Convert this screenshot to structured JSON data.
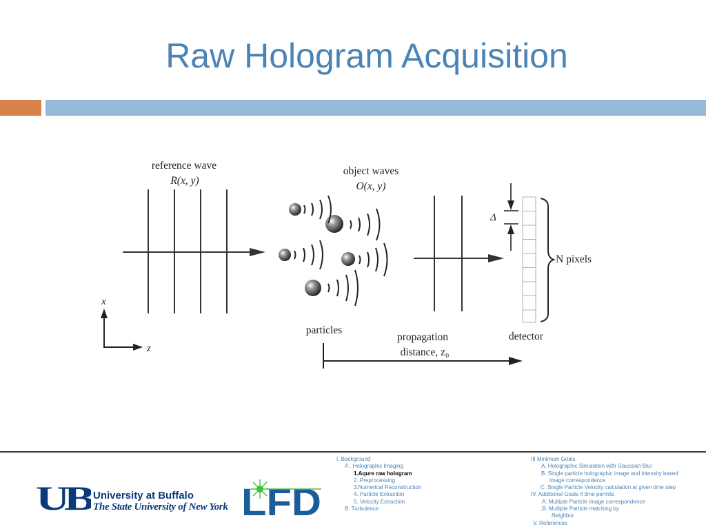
{
  "slide": {
    "title": "Raw Hologram Acquisition"
  },
  "diagram": {
    "reference_wave_label": "reference wave",
    "reference_wave_symbol": "R(x, y)",
    "object_waves_label": "object waves",
    "object_waves_symbol": "O(x, y)",
    "particles_label": "particles",
    "propagation_line1": "propagation",
    "propagation_line2": "distance, z₀",
    "detector_label": "detector",
    "pixels_label": "N pixels",
    "delta_symbol": "Δ",
    "axis_x": "x",
    "axis_z": "z"
  },
  "outline": {
    "left": [
      "I.  Background",
      "A . Holographic Imaging",
      "1.Aqure raw hologram",
      "2. Preprocessing",
      "3.Numerical Reconstruction",
      "4. Particle Extraction",
      "5. Velocity Extraction",
      "B.  Turbulence"
    ],
    "right": [
      "III Minimum Goals",
      "A.  Holographic Simulation with Gaussian Blur",
      "B.  Single particle holographic image and intensity based",
      "image  correspondence",
      "C.  Single Particle  Velocity calculation  at given time step",
      "IV.  Additional Goals if time permits",
      "A.  Multiple Particle image correspondence",
      ".B.  Multiple Particle  matching by",
      "Neighbor",
      "V.  References"
    ]
  },
  "footer": {
    "university_name": "University at Buffalo",
    "university_sub": "The State University of New York",
    "ub_mark": "UB",
    "lab_mark": "LFD"
  }
}
